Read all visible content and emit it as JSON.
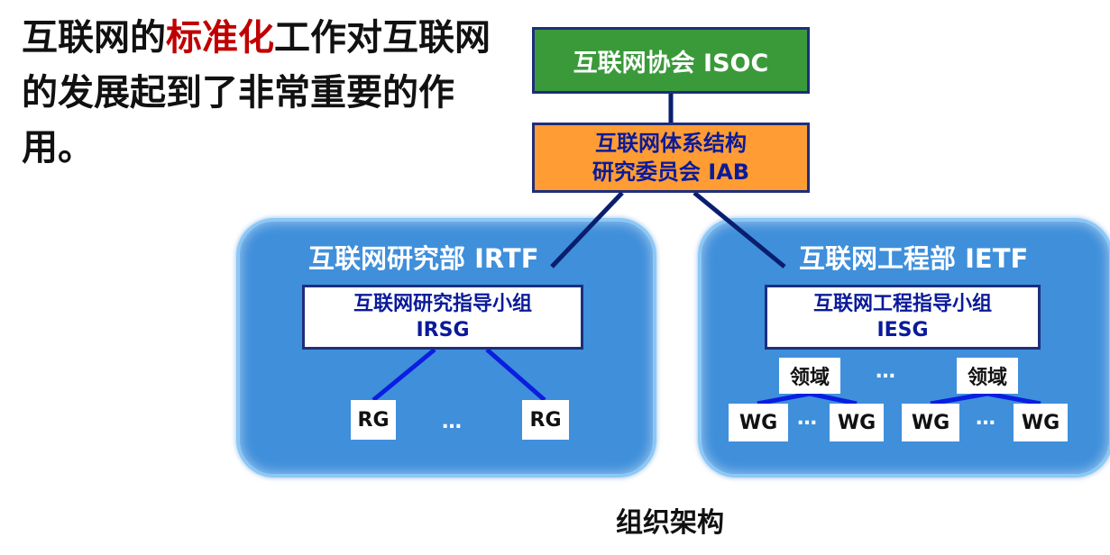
{
  "intro": {
    "before": "互联网的",
    "highlight": "标准化",
    "after": "工作对互联网的发展起到了非常重要的作用。"
  },
  "isoc": "互联网协会 ISOC",
  "iab": {
    "line1": "互联网体系结构",
    "line2": "研究委员会 IAB"
  },
  "irtf": {
    "title": "互联网研究部 IRTF",
    "group_line1": "互联网研究指导小组",
    "group_line2": "IRSG",
    "rg_left": "RG",
    "rg_right": "RG",
    "ellipsis": "…"
  },
  "ietf": {
    "title": "互联网工程部 IETF",
    "group_line1": "互联网工程指导小组",
    "group_line2": "IESG",
    "area_left": "领域",
    "area_right": "领域",
    "area_ellipsis": "…",
    "wg_1": "WG",
    "wg_2": "WG",
    "wg_3": "WG",
    "wg_4": "WG",
    "wg_ellipsis_left": "…",
    "wg_ellipsis_right": "…"
  },
  "caption": "组织架构",
  "colors": {
    "highlight": "#c00000",
    "isoc_fill": "#3a9a3a",
    "iab_fill": "#ff9c33",
    "panel_fill": "#3f8fdb",
    "line": "#0a1e6e"
  }
}
